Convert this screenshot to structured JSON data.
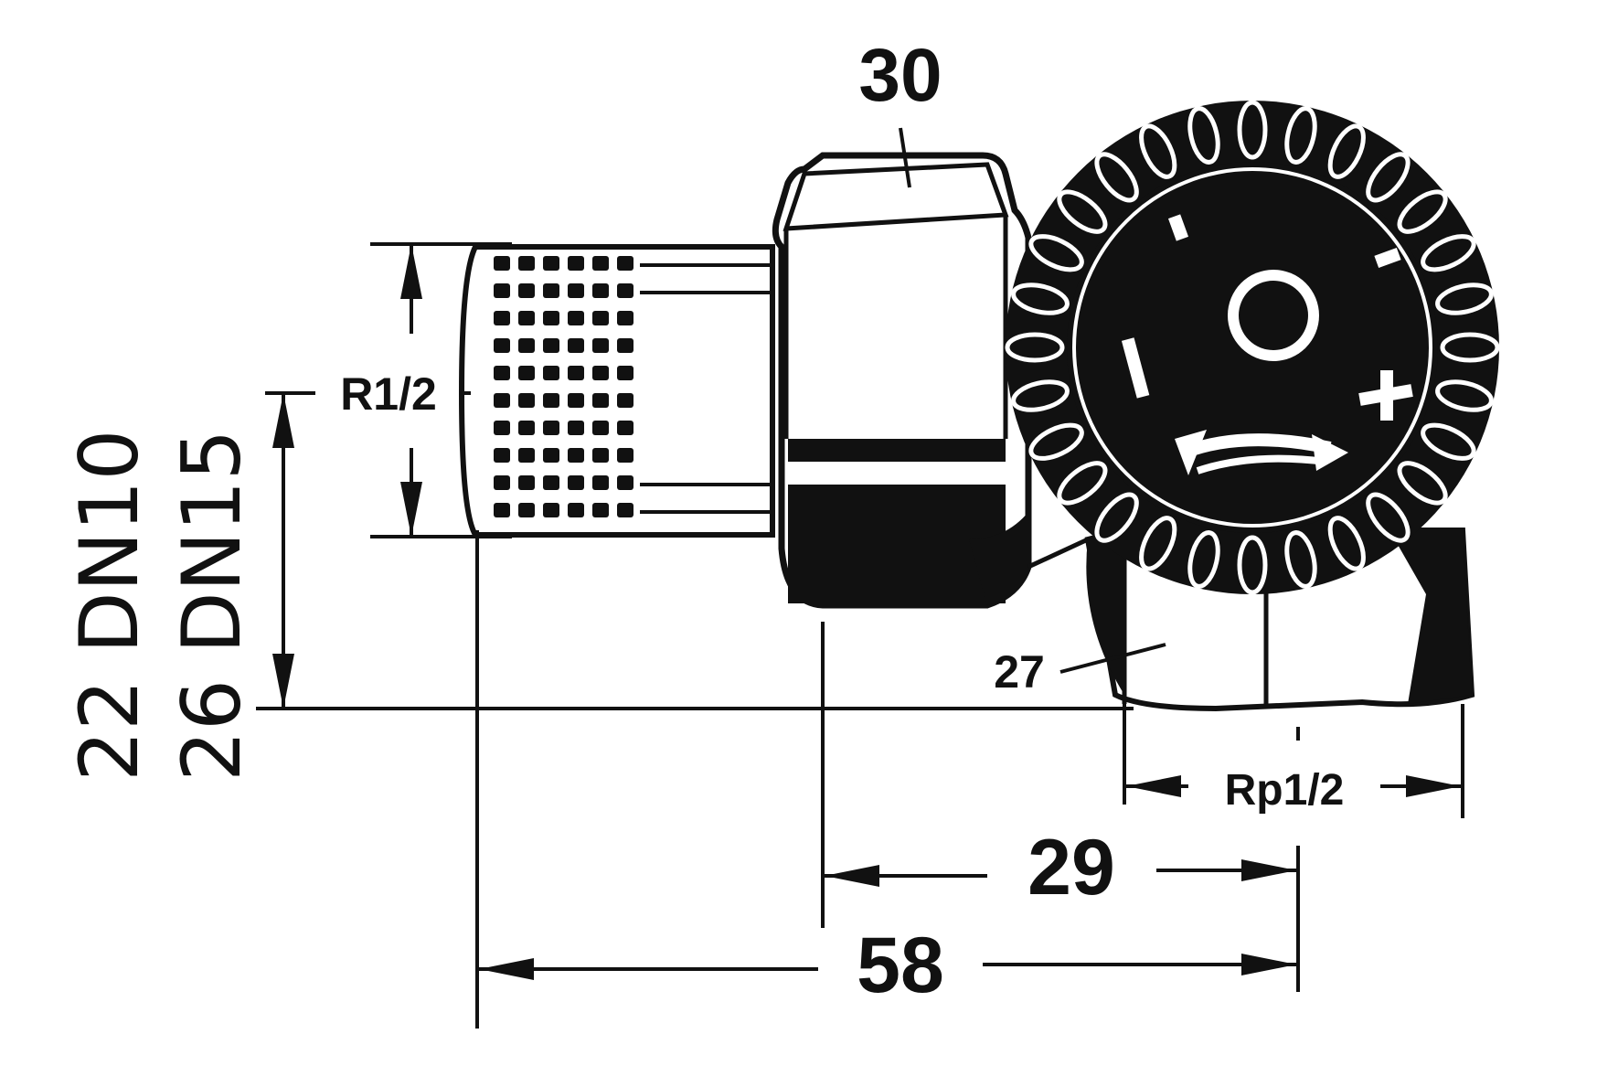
{
  "diagram": {
    "labels": {
      "nut_size": "30",
      "body_size": "27",
      "inlet_thread": "R1/2",
      "outlet_thread": "Rp1/2",
      "dim_29": "29",
      "dim_58": "58",
      "size_row_a": "22 DN10",
      "size_row_b": "26 DN15"
    },
    "knob_symbols": {
      "minus": "–",
      "plus": "+"
    },
    "colors": {
      "ink": "#111111",
      "paper": "#ffffff"
    }
  }
}
